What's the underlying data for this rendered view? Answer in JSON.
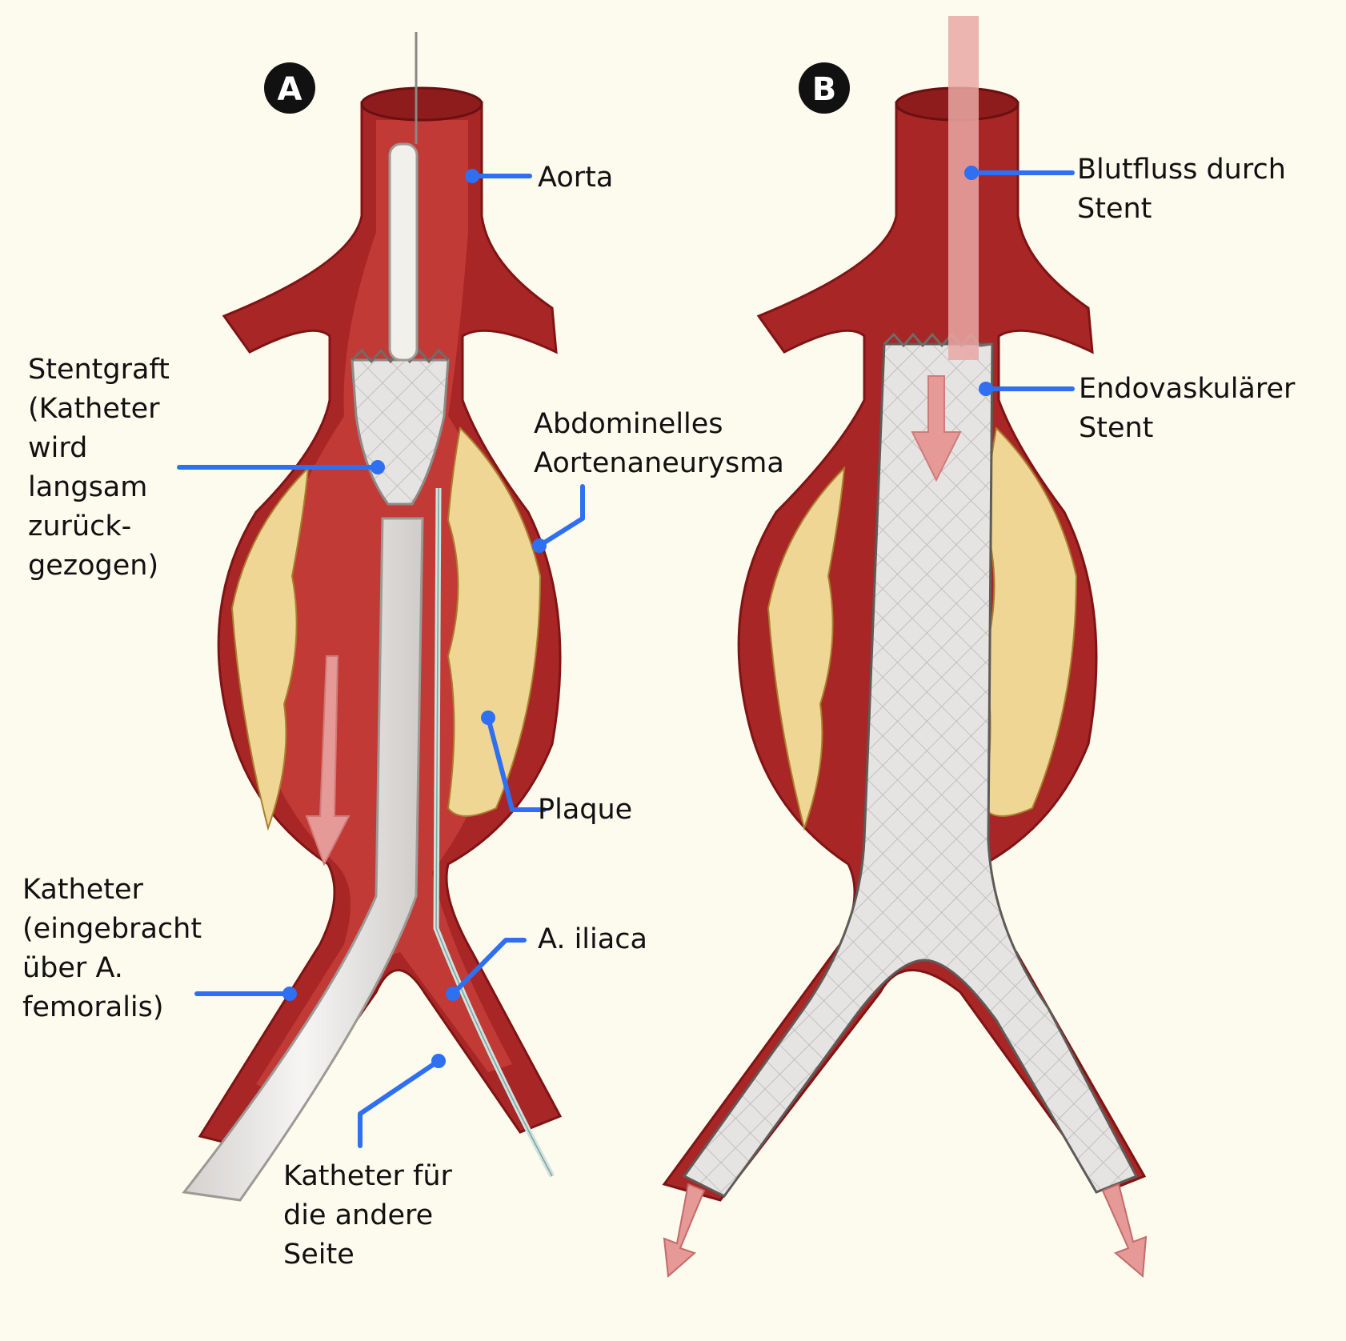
{
  "panels": [
    {
      "badge": "A"
    },
    {
      "badge": "B"
    }
  ],
  "labels": {
    "aorta": "Aorta",
    "stentgraft": "Stentgraft\n(Katheter\nwird\nlangsam\nzurück-\ngezogen)",
    "aneurysm": "Abdominelles\nAortenaneurysma",
    "plaque": "Plaque",
    "katheter": "Katheter\n(eingebracht\nüber A.\nfemoralis)",
    "iliaca": "A. iliaca",
    "katheter_other": "Katheter für\ndie andere\nSeite",
    "blutfluss": "Blutfluss durch\nStent",
    "endo_stent": "Endovaskulärer\nStent"
  },
  "colors": {
    "background": "#fdfaee",
    "vessel_wall": "#a82626",
    "vessel_inner": "#bf3a36",
    "plaque": "#efd694",
    "stent": "#e4e2e0",
    "leader": "#2f6ff2",
    "arrow": "#e59a98"
  }
}
